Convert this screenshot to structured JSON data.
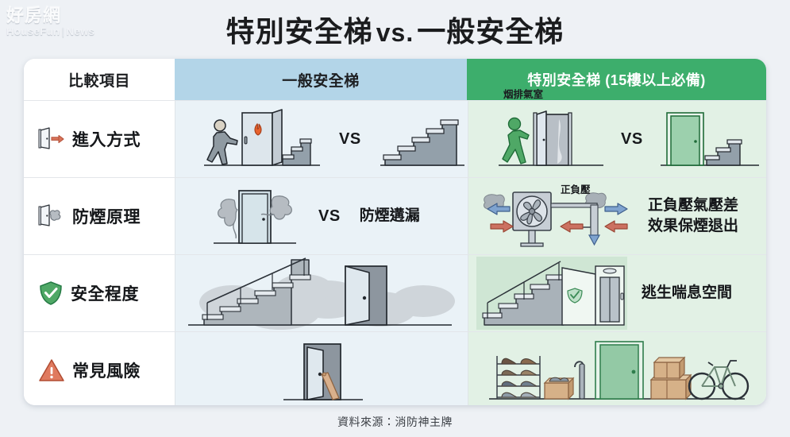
{
  "watermark": {
    "cn": "好房網",
    "en": "HouseFun",
    "sep": "|",
    "en2": "News"
  },
  "title": {
    "left": "特別安全梯",
    "vs": "vs.",
    "right": "一般安全梯"
  },
  "header": {
    "label_col": "比較項目",
    "general_col": "一般安全梯",
    "special_col": "特別安全梯 (15樓以上必備)"
  },
  "rows": [
    {
      "label": "進入方式",
      "icon": "open-door-arrow-icon",
      "general": {
        "vs": "VS",
        "note": ""
      },
      "special": {
        "vs": "VS",
        "mini_label": "烟排氣室",
        "note": ""
      }
    },
    {
      "label": "防煙原理",
      "icon": "door-smoke-icon",
      "general": {
        "vs": "VS",
        "note": "防煙遘漏"
      },
      "special": {
        "mini_label": "正負壓",
        "note_line1": "正負壓氣壓差",
        "note_line2": "效果保煙退出"
      }
    },
    {
      "label": "安全程度",
      "icon": "shield-check-icon",
      "general": {
        "note": ""
      },
      "special": {
        "note": "逃生喘息空間"
      }
    },
    {
      "label": "常見風險",
      "icon": "warning-triangle-icon",
      "general": {
        "note": ""
      },
      "special": {
        "note": ""
      }
    }
  ],
  "footer": "資料來源：消防神主牌",
  "colors": {
    "page_bg": "#eef1f5",
    "header_blue": "#b3d5e8",
    "header_green": "#3dae6c",
    "body_blue": "#eaf2f7",
    "body_green": "#e2f1e5",
    "card_white": "#ffffff",
    "text_dark": "#15171a",
    "accent_red": "#d9755c",
    "flame_orange": "#e8622c",
    "arrow_blue": "#4a7fc1",
    "arrow_red": "#cc7161",
    "green_figure": "#4fa866",
    "box_tan": "#c89d6d"
  }
}
